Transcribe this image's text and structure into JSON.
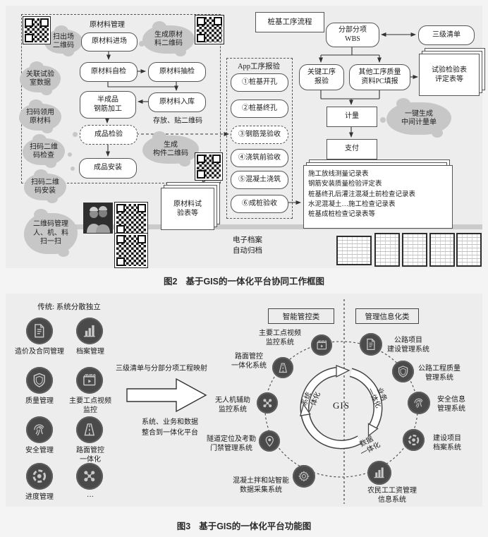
{
  "fig2": {
    "caption_num": "图2",
    "caption_text": "基于GIS的一体化平台协同工作框图",
    "material_panel_title": "原材料管理",
    "clouds": {
      "scan_exit": [
        "扫出场",
        "二维码"
      ],
      "lab_data": [
        "关联试验",
        "室数据"
      ],
      "scan_receive": [
        "扫码领用",
        "原材料"
      ],
      "scan_check": [
        "扫码二维",
        "码检查"
      ],
      "scan_install": [
        "扫码二维",
        "码安装"
      ],
      "qr_manage": [
        "二维码管理",
        "人、机、料",
        "扫一扫"
      ],
      "gen_material_qr": [
        "生成原材",
        "料二维码"
      ],
      "gen_component_qr": [
        "生成",
        "构件二维码"
      ],
      "one_click": [
        "一键生成",
        "中间计量单"
      ]
    },
    "nodes": {
      "enter": "原材料进场",
      "self_check": "原材料自检",
      "sampling": "原材料抽检",
      "semi": [
        "半成品",
        "钢筋加工"
      ],
      "warehouse": "原材料入库",
      "store_note": "存放、贴二维码",
      "product_check": "成品检验",
      "product_install": "成品安装"
    },
    "app_panel": {
      "title": "App工序报验",
      "items": [
        "①桩基开孔",
        "②桩基终孔",
        "③钢筋笼验收",
        "④浇筑前验收",
        "⑤混凝土浇筑",
        "⑥成桩验收"
      ]
    },
    "process": {
      "pile_flow": "桩基工序流程",
      "wbs": [
        "分部分项",
        "WBS"
      ],
      "three_level": "三级清单",
      "key_process": [
        "关键工序",
        "报验"
      ],
      "other_process": [
        "其他工序质量",
        "资料PC填报"
      ],
      "measure": "计量",
      "pay": "支付"
    },
    "docs": {
      "material_test": [
        "原材料试",
        "验表等"
      ],
      "test_check": [
        "试验检验表",
        "评定表等"
      ],
      "records": [
        "施工放线测量记录表",
        "钢筋安装质量检验评定表",
        "桩基终孔后灌注混凝土前检查记录表",
        "水泥混凝土…施工检查记录表",
        "桩基成桩检查记录表等"
      ]
    },
    "archive": [
      "电子档案",
      "自动归档"
    ]
  },
  "fig3": {
    "caption_num": "图3",
    "caption_text": "基于GIS的一体化平台功能图",
    "legacy_title": "传统: 系统分散独立",
    "legacy_items": [
      {
        "icon": "doc-icon",
        "lines": [
          "造价及合同管理"
        ]
      },
      {
        "icon": "chart-icon",
        "lines": [
          "档案管理"
        ]
      },
      {
        "icon": "shield-icon",
        "lines": [
          "质量管理"
        ]
      },
      {
        "icon": "clapper-icon",
        "lines": [
          "主要工点视频",
          "监控"
        ]
      },
      {
        "icon": "fingerprint-icon",
        "lines": [
          "安全管理"
        ]
      },
      {
        "icon": "road-icon",
        "lines": [
          "路面管控",
          "一体化"
        ]
      },
      {
        "icon": "gauge-icon",
        "lines": [
          "进度管理"
        ]
      },
      {
        "icon": "network-icon",
        "lines": [
          "···"
        ]
      }
    ],
    "mapping_text": "三级清单与分部分项工程映射",
    "integrate_text": [
      "系统、业务和数据",
      "整合到一体化平台"
    ],
    "headers": {
      "smart": "智能管控类",
      "info": "管理信息化类"
    },
    "center": {
      "gis": "GIS",
      "system": [
        "系统",
        "一体化"
      ],
      "business": [
        "业务",
        "一体化"
      ],
      "data": [
        "数据",
        "一体化"
      ]
    },
    "smart_systems": [
      {
        "icon": "clapper-icon",
        "lines": [
          "主要工点视频",
          "监控系统"
        ]
      },
      {
        "icon": "road-icon",
        "lines": [
          "路面管控",
          "一体化系统"
        ]
      },
      {
        "icon": "drone-icon",
        "lines": [
          "无人机辅助",
          "监控系统"
        ]
      },
      {
        "icon": "location-icon",
        "lines": [
          "隧道定位及考勤",
          "门禁管理系统"
        ]
      },
      {
        "icon": "gear-icon",
        "lines": [
          "混凝土拌和站智能",
          "数据采集系统"
        ]
      }
    ],
    "info_systems": [
      {
        "icon": "doc-icon",
        "lines": [
          "公路项目",
          "建设管理系统"
        ]
      },
      {
        "icon": "shield-icon",
        "lines": [
          "公路工程质量",
          "管理系统"
        ]
      },
      {
        "icon": "fingerprint-icon",
        "lines": [
          "安全信息",
          "管理系统"
        ]
      },
      {
        "icon": "gauge-icon",
        "lines": [
          "建设项目",
          "档案系统"
        ]
      },
      {
        "icon": "chart-icon",
        "lines": [
          "农民工工资管理",
          "信息系统"
        ]
      }
    ]
  }
}
